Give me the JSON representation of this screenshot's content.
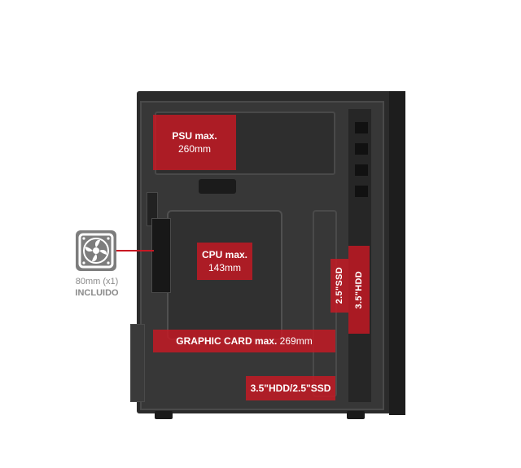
{
  "labels": {
    "psu_title": "PSU max.",
    "psu_value": "260mm",
    "cpu_title": "CPU max.",
    "cpu_value": "143mm",
    "gpu_title": "GRAPHIC CARD max.",
    "gpu_value": "269mm",
    "ssd_vertical": "2.5\"SSD",
    "hdd_vertical": "3.5\"HDD",
    "bottom_bay": "3.5\"HDD/2.5\"SSD"
  },
  "fan": {
    "size": "80mm (x1)",
    "status": "INCLUIDO",
    "icon": "fan-icon"
  },
  "colors": {
    "accent": "#c81823",
    "case": "#2b2b2b",
    "fan_icon_bg": "#7d7d7d"
  }
}
